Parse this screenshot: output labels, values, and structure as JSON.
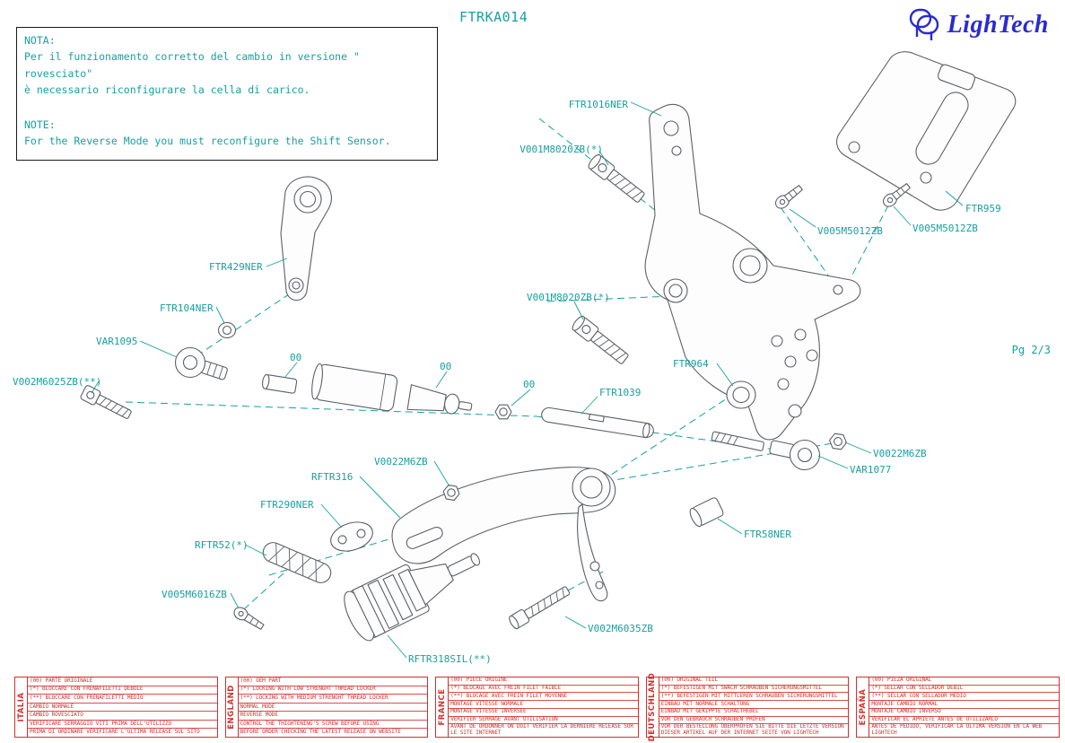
{
  "title": "FTRKA014",
  "page_label": "Pg 2/3",
  "logo": {
    "text": "LighTech"
  },
  "colors": {
    "teal": "#18a0a0",
    "red": "#d23030",
    "blue": "#2b2bd0"
  },
  "note": {
    "it_title": "NOTA:",
    "it_line1": "Per il funzionamento corretto del cambio in versione \" rovesciato\"",
    "it_line2": "è necessario riconfigurare la cella di carico.",
    "en_title": "NOTE:",
    "en_line1": "For the Reverse Mode you must reconfigure the Shift Sensor."
  },
  "labels": [
    "FTR1016NER",
    "V001M8020ZB(*)",
    "FTR959",
    "V005M5012ZB",
    "V005M5012ZB",
    "FTR429NER",
    "FTR104NER",
    "VAR1095",
    "V002M6025ZB(**)",
    "V001M8020ZB(*)",
    "FTR964",
    "FTR1039",
    "00",
    "00",
    "00",
    "V0022M6ZB",
    "V0022M6ZB",
    "VAR1077",
    "RFTR316",
    "FTR290NER",
    "FTR58NER",
    "RFTR52(*)",
    "V005M6016ZB",
    "RFTR318SIL(**)",
    "V002M6035ZB"
  ],
  "tables": [
    {
      "language": "ITALIA",
      "rows": [
        "(00) PARTE ORIGINALE",
        "(*)  BLOCCARE CON FRENAFILETTI DEBOLE",
        "(**) BLOCCARE CON FRENAFILETTI MEDIO",
        "CAMBIO NORMALE",
        "CAMBIO ROVESCIATO",
        "VERIFICARE SERRAGGIO VITI PRIMA DELL'UTILIZZO",
        "PRIMA DI ORDINARE VERIFICARE L'ULTIMA RELEASE SUL SITO"
      ]
    },
    {
      "language": "ENGLAND",
      "rows": [
        "(00) OEM PART",
        "(*)  LOCKING WITH LOW STRENGHT THREAD LOCKER",
        "(**) LOCKING WITH MEDIUM STRENGHT THREAD LOCKER",
        "NORMAL MODE",
        "REVERSE MODE",
        "CONTROL THE THIGHTENING'S SCREW BEFORE USING",
        "BEFORE ORDER CHECKING THE LATEST RELEASE ON WEBSITE"
      ]
    },
    {
      "language": "FRANCE",
      "rows": [
        "(00) PIECE ORIGINE",
        "(*)  BLOCAGE AVEC FREIN FILET FAIBLE",
        "(**) BLOCAGE AVEC FREIN FILET MOYENNE",
        "MONTAGE VITESSE NORMALE",
        "MONTAGE VITESSE INVERSEE",
        "VERIFIER SERRAGE AVANT UTILISATION",
        "AVANT DE ORDONNER ON DOIT VÉRIFIER LA DERNIERE RELEASE SUR LE SITE INTERNET"
      ]
    },
    {
      "language": "DEUTSCHLAND",
      "rows": [
        "(00) ORIGINAL TEIL",
        "(*)  BEFESTIGEN MIT SWACH SCHRAUBEN SICHERUNGSMITTEL",
        "(**) BEFESTIGEN MIT MITTLEREN SCHRAUBEN SICHERUNGSMITTEL",
        "EINBAU MIT NORMALE SCHALTUNG",
        "EINBAU MIT GEKIPPTE SCHALTHEBEL",
        "VOR DEN GEBRAUCH SCHRAUBEN PRÜFEN",
        "VOR DER BESTELLUNG ÜBERPRÜFEN SIE BITTE DIE LETZTE VERSION DIESER ARTIKEL AUF DER INTERNET SEITE VON LIGHTECH"
      ]
    },
    {
      "language": "ESPAÑA",
      "rows": [
        "(00) PIEZA ORIGINAL",
        "(*)  SELLAR CON SELLADOR DEBIL",
        "(**) SELLAR CON SELLADOR MEDIO",
        "MONTAJE  CAMBIO NORMAL",
        "MONTAJE CAMBIO INVERSO",
        "VERIFICAR EL APRIETE ANTES DE UTILIZARLO",
        "ANTES DE PEDIDO, VERIFICAR LA ULTIMA VERSION EN LA WEB LIGHTECH"
      ]
    }
  ]
}
